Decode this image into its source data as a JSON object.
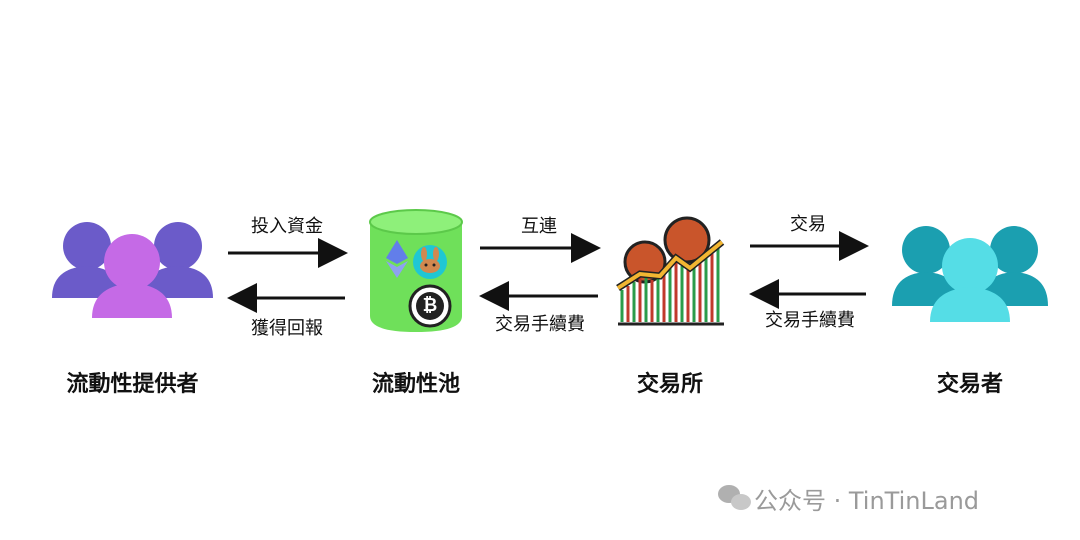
{
  "nodes": {
    "lp": "流動性提供者",
    "pool": "流動性池",
    "exchange": "交易所",
    "trader": "交易者"
  },
  "arrows": {
    "lp_to_pool": "投入資金",
    "pool_to_lp": "獲得回報",
    "pool_to_exchange": "互連",
    "exchange_to_pool": "交易手續費",
    "exchange_to_trader": "交易",
    "trader_to_exchange": "交易手續費"
  },
  "coin_symbols": {
    "ethereum": "Ξ",
    "bitcoin": "₿"
  },
  "watermark": "公众号 · TinTinLand",
  "colors": {
    "lp_people": [
      "#6b5bc9",
      "#c56ae6"
    ],
    "trader_people": [
      "#1b9fb0",
      "#55dde6"
    ],
    "pool": "#6fe05a",
    "arrow": "#111111"
  }
}
